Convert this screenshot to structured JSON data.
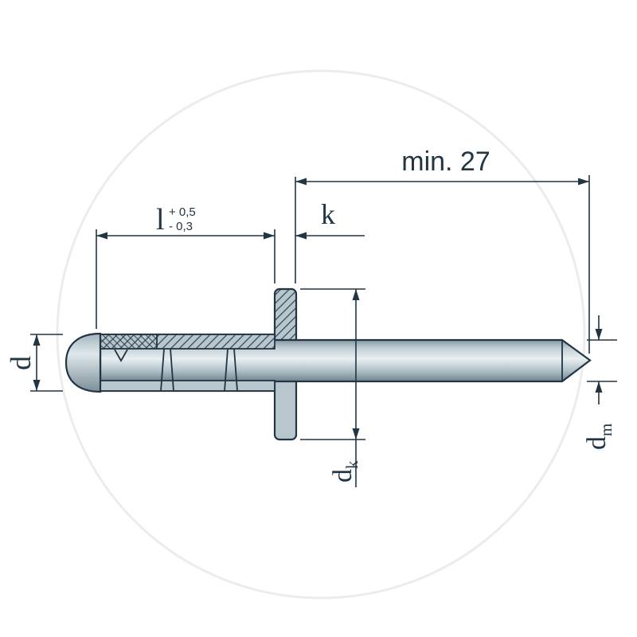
{
  "drawing": {
    "type": "technical_drawing",
    "subject": "Blind rivet side section view with dimension annotations",
    "colors": {
      "line": "#223543",
      "body_fill": "#b8c6ce",
      "highlight_fill": "#e9eff2",
      "shadow_fill": "#7f929c",
      "watermark": "#ececec",
      "background": "#ffffff"
    },
    "dimensions": {
      "min_length": {
        "label": "min. 27"
      },
      "body_length": {
        "label": "l",
        "tol_plus": "+ 0,5",
        "tol_minus": "- 0,3"
      },
      "head_height": {
        "label": "k"
      },
      "body_diameter": {
        "label": "d"
      },
      "head_diameter": {
        "label": "d",
        "sub": "k"
      },
      "mandrel_diameter": {
        "label": "d",
        "sub": "m"
      }
    }
  }
}
